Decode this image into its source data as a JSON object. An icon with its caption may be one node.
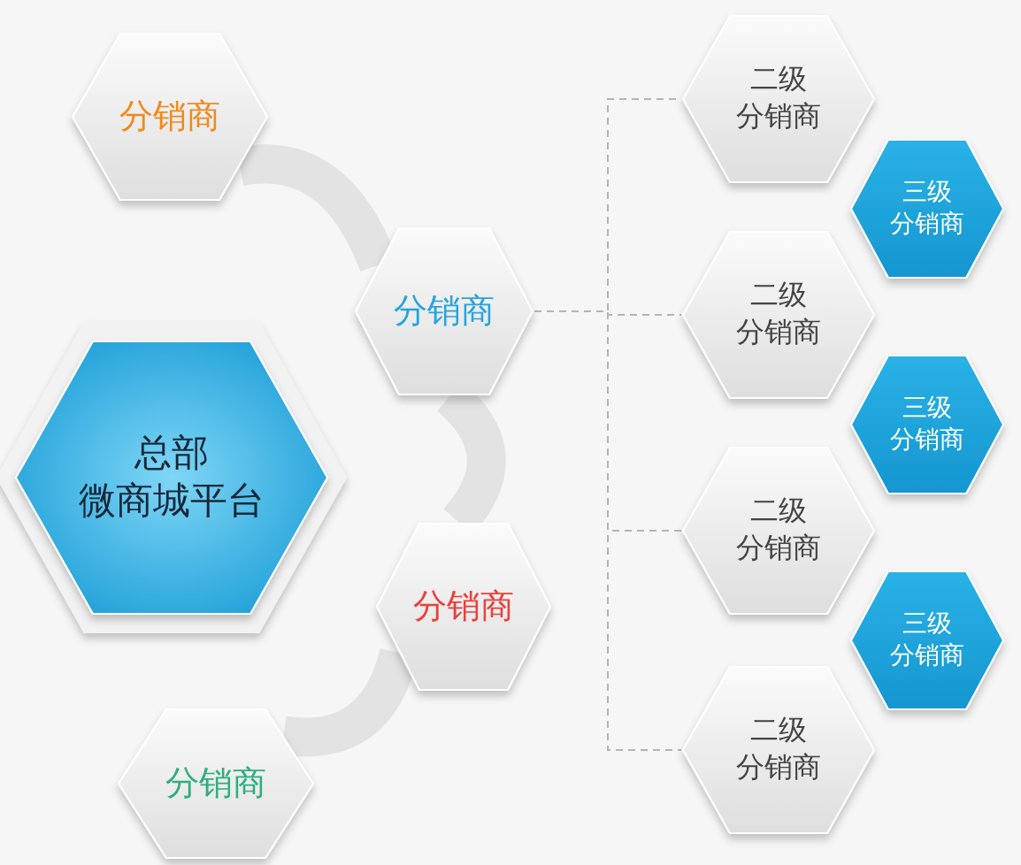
{
  "diagram": {
    "nodes": [
      {
        "text": [
          "总部",
          "微商城平台"
        ]
      },
      {
        "text": [
          "分销商"
        ]
      },
      {
        "text": [
          "分销商"
        ]
      },
      {
        "text": [
          "分销商"
        ]
      },
      {
        "text": [
          "分销商"
        ]
      },
      {
        "text": [
          "二级",
          "分销商"
        ]
      },
      {
        "text": [
          "二级",
          "分销商"
        ]
      },
      {
        "text": [
          "二级",
          "分销商"
        ]
      },
      {
        "text": [
          "二级",
          "分销商"
        ]
      },
      {
        "text": [
          "三级",
          "分销商"
        ]
      },
      {
        "text": [
          "三级",
          "分销商"
        ]
      },
      {
        "text": [
          "三级",
          "分销商"
        ]
      }
    ],
    "edges": [
      {
        "from": 1,
        "to": 2,
        "arrow": "none",
        "style": "thick",
        "color": "#e3e3e3"
      },
      {
        "from": 2,
        "to": 3,
        "arrow": "none",
        "style": "thick",
        "color": "#e3e3e3"
      },
      {
        "from": 3,
        "to": 4,
        "arrow": "none",
        "style": "thick",
        "color": "#e3e3e3"
      },
      {
        "from": 2,
        "to": 5,
        "arrow": "none",
        "style": "dashed"
      },
      {
        "from": 2,
        "to": 6,
        "arrow": "none",
        "style": "dashed"
      },
      {
        "from": 2,
        "to": 7,
        "arrow": "none",
        "style": "dashed"
      },
      {
        "from": 2,
        "to": 8,
        "arrow": "none",
        "style": "dashed"
      }
    ]
  }
}
